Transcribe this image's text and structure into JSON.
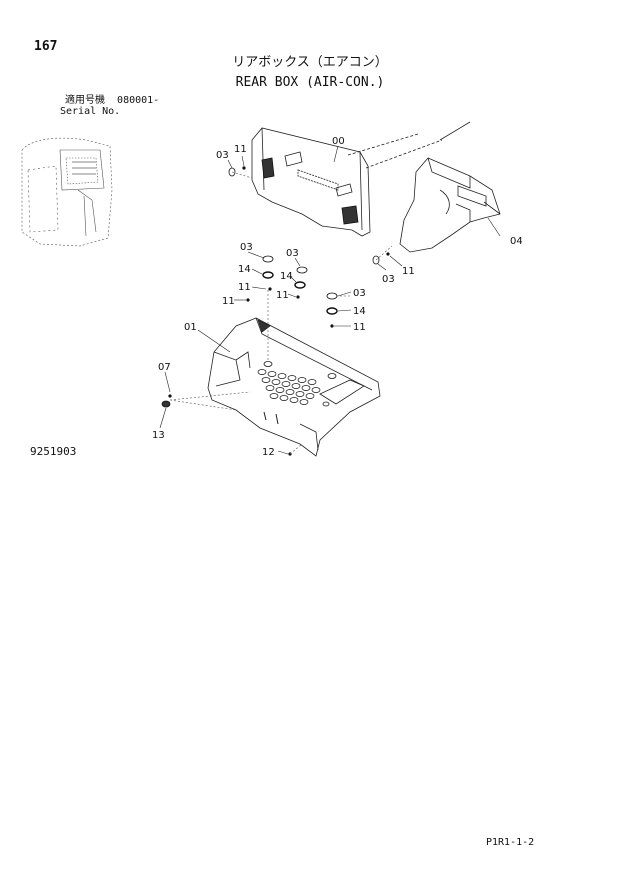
{
  "header": {
    "page_number": "167",
    "title_jp": "リアボックス（エアコン）",
    "title_en": "REAR BOX (AIR-CON.)",
    "serial_label_jp": "適用号機",
    "serial_value": "080001-",
    "serial_label_en": "Serial No."
  },
  "figure_number": "9251903",
  "page_code": "P1R1-1-2",
  "callouts": {
    "c03a": "03",
    "c11a": "11",
    "c00": "00",
    "c04": "04",
    "c03b": "03",
    "c11b": "11",
    "c03c": "03",
    "c03d": "03",
    "c14a": "14",
    "c14b": "14",
    "c11c": "11",
    "c11d": "11",
    "c11e": "11",
    "c03e": "03",
    "c14c": "14",
    "c11f": "11",
    "c01": "01",
    "c07": "07",
    "c13": "13",
    "c12": "12"
  }
}
